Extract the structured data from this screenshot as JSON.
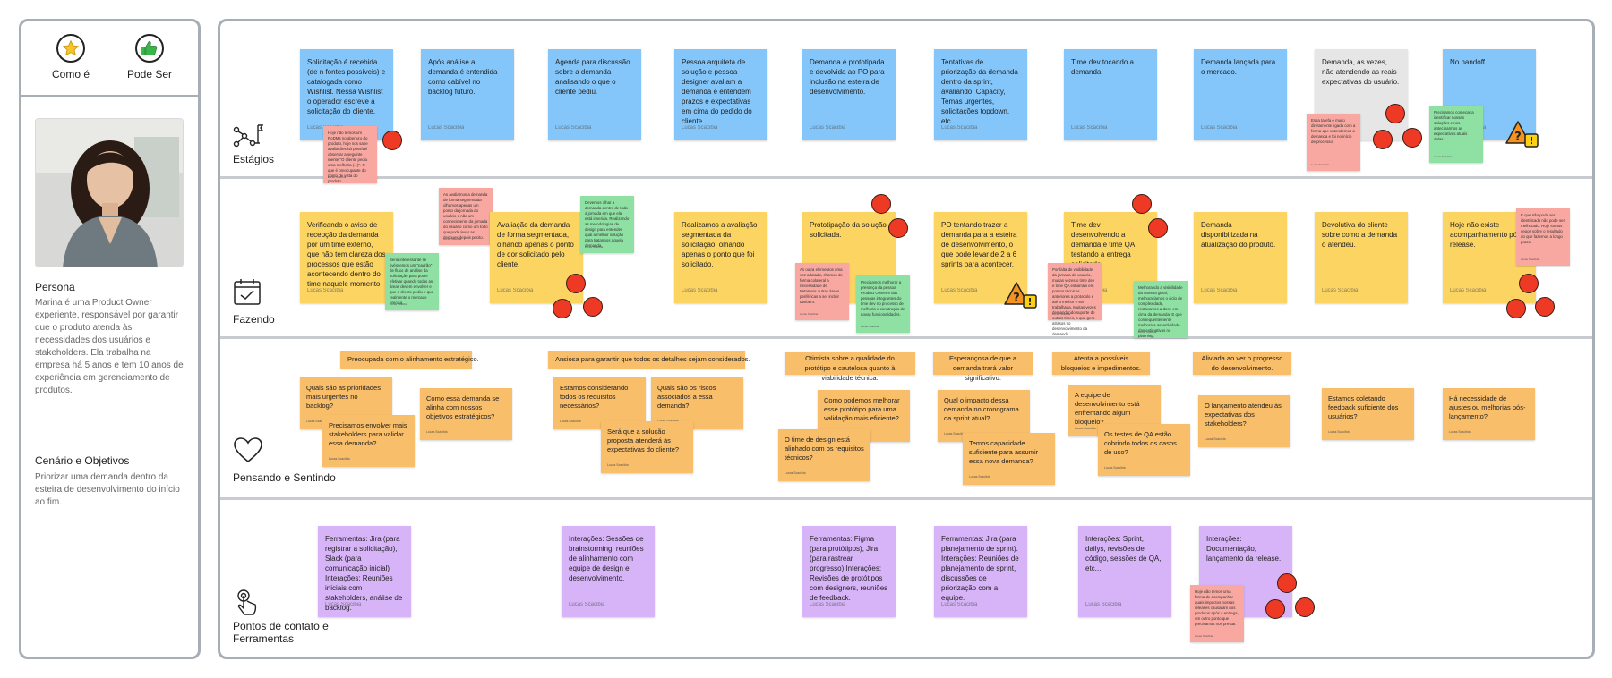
{
  "persona_panel": {
    "tab_as_is": "Como é",
    "tab_to_be": "Pode Ser",
    "persona_title": "Persona",
    "persona_text": "Marina é uma Product Owner experiente, responsável por garantir que o produto atenda às necessidades dos usuários e stakeholders. Ela trabalha na empresa há 5 anos e tem 10 anos de experiência em gerenciamento de produtos.",
    "scenario_title": "Cenário e Objetivos",
    "scenario_text": "Priorizar uma demanda dentro da esteira de desenvolvimento do início ao fim."
  },
  "lanes": {
    "stages": "Estágios",
    "doing": "Fazendo",
    "thinking": "Pensando e Sentindo",
    "touchpoints": "Pontos de contato e Ferramentas"
  },
  "author": "Lucas Scacibia",
  "stages": [
    {
      "text": "Solicitação é recebida (de n fontes possíveis) e catalogada como Wishlist. Nessa Wishlist o operador escreve a solicitação do cliente."
    },
    {
      "text": "Após análise a demanda é entendida como cabível no backlog futuro."
    },
    {
      "text": "Agenda para discussão sobre a demanda analisando o que o cliente pediu."
    },
    {
      "text": "Pessoa arquiteta de solução e pessoa designer avaliam a demanda e entendem prazos e expectativas em cima do pedido do cliente."
    },
    {
      "text": "Demanda é prototipada e devolvida ao PO para inclusão na esteira de desenvolvimento."
    },
    {
      "text": "Tentativas de priorização da demanda dentro da sprint, avaliando: Capacity, Temas urgentes, solicitações topdown, etc."
    },
    {
      "text": "Time dev tocando a demanda."
    },
    {
      "text": "Demanda lançada para o mercado."
    },
    {
      "text": "Demanda, as vezes, não atendendo as reais expectativas do usuário."
    },
    {
      "text": "No handoff"
    }
  ],
  "doing": [
    {
      "text": "Verificando o aviso de recepção da demanda por um time externo, que não tem clareza dos processos que estão acontecendo dentro do time naquele momento"
    },
    {
      "text": "Avaliação da demanda de forma segmentada, olhando apenas o ponto de dor solicitado pelo cliente."
    },
    {
      "text": "Realizamos a avaliação segmentada da solicitação, olhando apenas o ponto que foi solicitado."
    },
    {
      "text": "Prototipação da solução solicitada."
    },
    {
      "text": "PO tentando trazer a demanda para a esteira de desenvolvimento, o que pode levar de 2 a 6 sprints para acontecer."
    },
    {
      "text": "Time dev desenvolvendo a demanda e time QA testando a entrega solicitada."
    },
    {
      "text": "Demanda disponibilizada na atualização do produto."
    },
    {
      "text": "Devolutiva do cliente sobre como a demanda o atendeu."
    },
    {
      "text": "Hoje não existe acompanhamento pós release."
    }
  ],
  "small_notes": [
    {
      "text": "Hoje não temos um RoDMs no aberturo do produto, hoje nos sabe avaliações há possível observar a seguinte mente \"O cliente pediu uma melhoria (...)\". O que é preocupante do ponto de vista do produto."
    },
    {
      "text": "Essa tarefa é muito diretamente ligada com a forma que entendemos a demanda e foi no início de processo."
    },
    {
      "text": "Precisamos começar a identificar nossas soluções e nos anteciparmos as expectativas atuais delas."
    },
    {
      "text": "As avaliamos a demanda de forma segmentada olhamos apenas um ponto da jornada do usuário e não um conhecimento da jornada do usuário como um todo que pode levar as despues depois pecito."
    },
    {
      "text": "Seria interessante se tivéssemos um \"padrão\" de fluxo de análise da solicitação para poder efetivar quando todas as áreas devem envolver e que o cliente pediu e que realmente o mercado precisa."
    },
    {
      "text": "Devemos olhar a demanda dentro de toda a jornada em que ela está inserida. Realizando as metodologias de design para entender qual a melhor solução para tratarmos aquela demanda."
    },
    {
      "text": "As outra elementos uma vez adotado, chamos de forma colateral a necessidade de tratarmos outras áreas periféricas a ser incluir também."
    },
    {
      "text": "Precisamos melhorar a presença da pessoa Product Owner e das pessoas integrantes do time dev no processo de melhoria e construção de novas funcionalidades."
    },
    {
      "text": "Por falta de visibilidade da jornada do usuário, muitas vezes o time dev e time QA esbarram em pontos técnicos anteriores a protocolo e até a melhor e ser trabalhada. Muitas vezes demandando suporte de outros times, o que gera atrasos no desenvolvimento da demanda."
    },
    {
      "text": "Melhorando a visibilidade da camera geral, melhoraríamos o ciclo de complexidade, restavamos a dose em cima da demanda. E que consequentemente melhora a assertividade das estimativas no planning."
    },
    {
      "text": "E que não pode ser identificado não pode ser melhorado. Hoje somos cegos sobre o resultado do que fazemos a longo prazo."
    },
    {
      "text": "Hoje não temos uma forma de acompanhar quais impactos nossas releases causaram nos produtos após a entrega, um outro ponto que precisamos nos prestar."
    }
  ],
  "feelings": [
    {
      "text": "Preocupada com o alinhamento estratégico."
    },
    {
      "text": "Ansiosa para garantir que todos os detalhes sejam considerados."
    },
    {
      "text": "Otimista sobre a qualidade do protótipo e cautelosa quanto à viabilidade técnica."
    },
    {
      "text": "Esperançosa de que a demanda trará valor significativo."
    },
    {
      "text": "Atenta a possíveis bloqueios e impedimentos."
    },
    {
      "text": "Aliviada ao ver o progresso do desenvolvimento."
    }
  ],
  "questions": [
    {
      "text": "Quais são as prioridades mais urgentes no backlog?"
    },
    {
      "text": "Precisamos envolver mais stakeholders para validar essa demanda?"
    },
    {
      "text": "Como essa demanda se alinha com nossos objetivos estratégicos?"
    },
    {
      "text": "Estamos considerando todos os requisitos necessários?"
    },
    {
      "text": "Quais são os riscos associados a essa demanda?"
    },
    {
      "text": "Será que a solução proposta atenderá às expectativas do cliente?"
    },
    {
      "text": "Como podemos melhorar esse protótipo para uma validação mais eficiente?"
    },
    {
      "text": "O time de design está alinhado com os requisitos técnicos?"
    },
    {
      "text": "Qual o impacto dessa demanda no cronograma da sprint atual?"
    },
    {
      "text": "Temos capacidade suficiente para assumir essa nova demanda?"
    },
    {
      "text": "A equipe de desenvolvimento está enfrentando algum bloqueio?"
    },
    {
      "text": "Os testes de QA estão cobrindo todos os casos de uso?"
    },
    {
      "text": "O lançamento atendeu às expectativas dos stakeholders?"
    },
    {
      "text": "Estamos coletando feedback suficiente dos usuários?"
    },
    {
      "text": "Há necessidade de ajustes ou melhorias pós-lançamento?"
    }
  ],
  "tools": [
    {
      "text": "Ferramentas: Jira (para registrar a solicitação), Slack (para comunicação inicial) Interações: Reuniões iniciais com stakeholders, análise de backlog."
    },
    {
      "text": "Interações: Sessões de brainstorming, reuniões de alinhamento com equipe de design e desenvolvimento."
    },
    {
      "text": "Ferramentas: Figma (para protótipos), Jira (para rastrear progresso) Interações: Revisões de protótipos com designers, reuniões de feedback."
    },
    {
      "text": "Ferramentas: Jira (para planejamento de sprint). Interações: Reuniões de planejamento de sprint, discussões de priorização com a equipe."
    },
    {
      "text": "Interações: Sprint, dailys, revisões de código, sessões de QA, etc..."
    },
    {
      "text": "Interações: Documentação, lançamento da release."
    }
  ],
  "colors": {
    "blue": "#84c6fa",
    "yellow": "#fcd462",
    "orange": "#f9be6a",
    "purple": "#d7b4f8",
    "pink": "#f8a8a1",
    "green": "#8ee0a3",
    "dot": "#ee3a24",
    "border": "#a7aeb6"
  },
  "icons": [
    "star-icon",
    "thumbs-up-icon",
    "stages-flow-icon",
    "calendar-check-icon",
    "heart-icon",
    "touch-hand-icon",
    "warning-icon",
    "red-dot-marker"
  ]
}
